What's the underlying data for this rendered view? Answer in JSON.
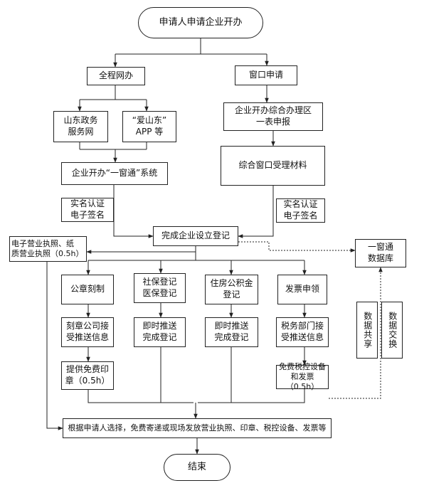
{
  "nodes": {
    "start": "申请人申请企业开办",
    "online": "全程网办",
    "window": "窗口申请",
    "shandong_portal": "山东政务\n服务网",
    "ai_shandong": "“爱山东”\nAPP 等",
    "yichuangtong": "企业开办“一窗通”系统",
    "zone": "企业开办综合办理区\n一表申报",
    "accept": "综合窗口受理材料",
    "auth_left": "实名认证\n电子签名",
    "auth_right": "实名认证\n电子签名",
    "complete": "完成企业设立登记",
    "license": "电子营业执照、纸\n质营业执照（0.5h）",
    "db": "一窗通\n数据库",
    "seal": "公章刻制",
    "social": "社保登记\n医保登记",
    "housing": "住房公积金\n登记",
    "invoice": "发票申领",
    "seal_push": "刻章公司接\n受推送信息",
    "social_push": "即时推送\n完成登记",
    "housing_push": "即时推送\n完成登记",
    "tax_push": "税务部门接\n受推送信息",
    "free_seal": "提供免费印\n章（0.5h）",
    "free_tax": "免费税控设备\n和发票（0.5h）",
    "share": "数据共享",
    "exchange": "数据交换",
    "delivery": "根据申请人选择，免费寄递或现场发放营业执照、印章、税控设备、发票等",
    "end": "结束"
  }
}
